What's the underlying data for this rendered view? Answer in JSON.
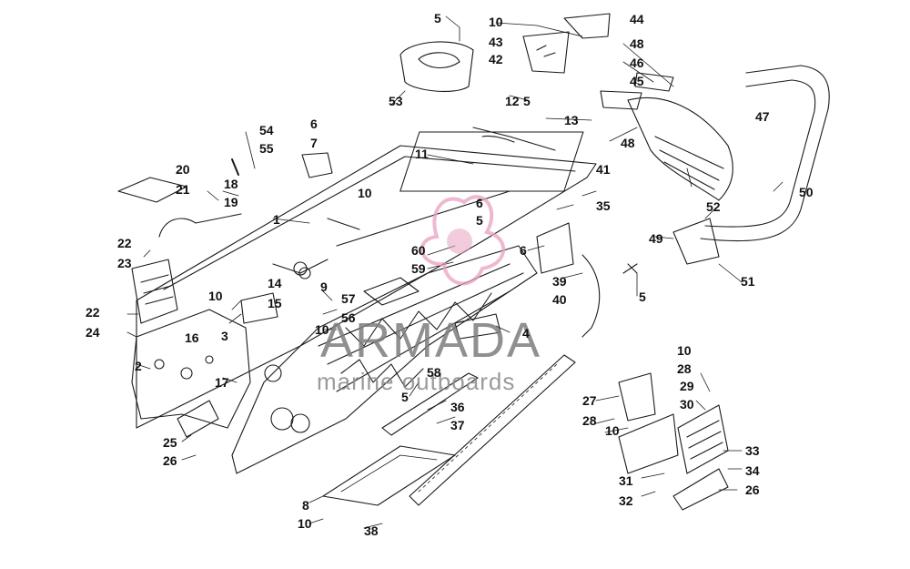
{
  "diagram": {
    "part_numbers": [
      "1",
      "2",
      "3",
      "4",
      "5",
      "6",
      "7",
      "8",
      "9",
      "10",
      "11",
      "12",
      "13",
      "14",
      "15",
      "16",
      "17",
      "18",
      "19",
      "20",
      "21",
      "22",
      "23",
      "24",
      "25",
      "26",
      "27",
      "28",
      "29",
      "30",
      "31",
      "32",
      "33",
      "34",
      "35",
      "36",
      "37",
      "38",
      "39",
      "40",
      "41",
      "42",
      "43",
      "44",
      "45",
      "46",
      "47",
      "48",
      "49",
      "50",
      "51",
      "52",
      "53",
      "54",
      "55",
      "56",
      "57",
      "58",
      "59",
      "60"
    ]
  },
  "watermark": {
    "brand": "ARMADA",
    "tagline": "marine outboards",
    "logo_color": "#e8a2c0"
  }
}
